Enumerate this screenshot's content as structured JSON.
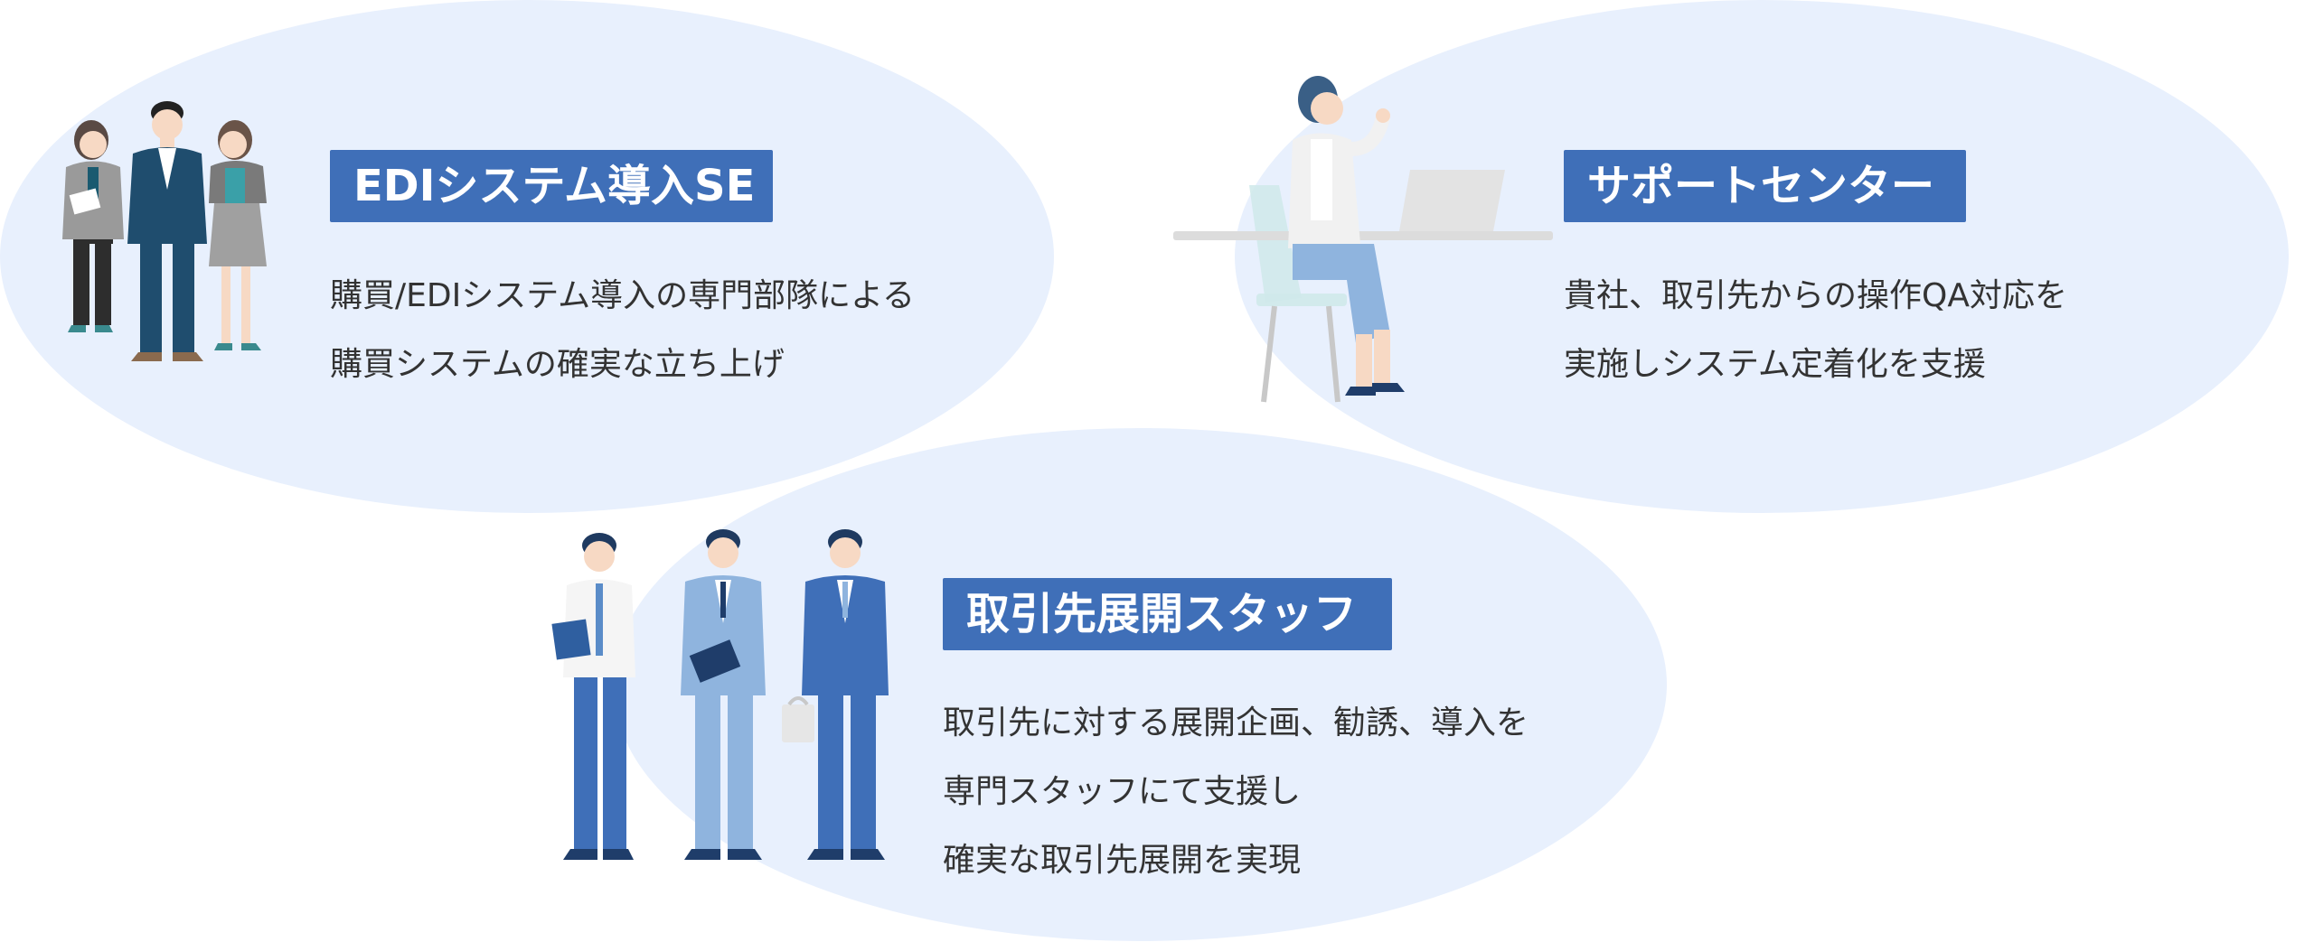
{
  "sections": {
    "edi": {
      "title": "EDIシステム導入SE",
      "lines": [
        "購買/EDIシステム導入の専門部隊による",
        "購買システムの確実な立ち上げ"
      ]
    },
    "support": {
      "title": "サポートセンター",
      "lines": [
        "貴社、取引先からの操作QA対応を",
        "実施しシステム定着化を支援"
      ]
    },
    "staff": {
      "title": "取引先展開スタッフ",
      "lines": [
        "取引先に対する展開企画、勧誘、導入を",
        "専門スタッフにて支援し",
        "確実な取引先展開を実現"
      ]
    }
  },
  "colors": {
    "ellipse_fill": "#e8f0fd",
    "title_bg": "#3f6fb8",
    "title_text": "#ffffff",
    "body_text": "#333333"
  },
  "icons": {
    "edi": "team-of-three-people-illustration",
    "support": "support-operator-at-desk-illustration",
    "staff": "three-business-staff-illustration"
  }
}
